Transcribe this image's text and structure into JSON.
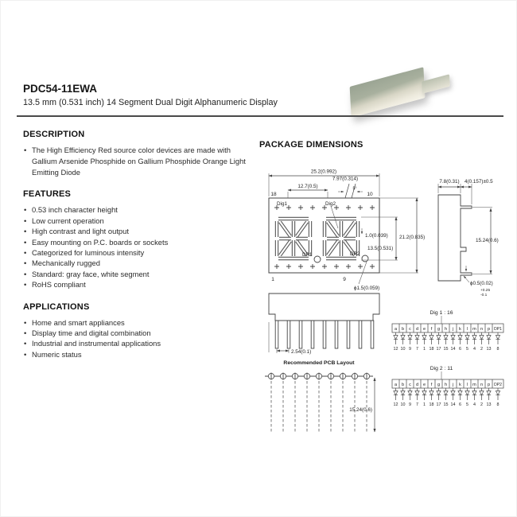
{
  "page": {
    "title": "PDC54-11EWA",
    "subtitle": "13.5 mm (0.531 inch) 14 Segment Dual Digit Alphanumeric Display"
  },
  "sections": {
    "description": {
      "heading": "DESCRIPTION",
      "items": [
        "The High Efficiency Red source color devices are made with Gallium Arsenide Phosphide on Gallium Phosphide Orange Light Emitting Diode"
      ]
    },
    "features": {
      "heading": "FEATURES",
      "items": [
        "0.53 inch character height",
        "Low current operation",
        "High contrast and light output",
        "Easy mounting on P.C. boards or sockets",
        "Categorized for luminous intensity",
        "Mechanically rugged",
        "Standard: gray face, white segment",
        "RoHS compliant"
      ]
    },
    "applications": {
      "heading": "APPLICATIONS",
      "items": [
        "Home and smart appliances",
        "Display time and digital combination",
        "Industrial and instrumental applications",
        "Numeric status"
      ]
    }
  },
  "package": {
    "heading": "PACKAGE DIMENSIONS",
    "front": {
      "dim_width": "25.2(0.992)",
      "dim_dp": "12.7(0.5)",
      "dim_top": "7.97(0.314)",
      "angle": "5°",
      "pin18": "18",
      "pin10": "10",
      "pin1": "1",
      "pin9": "9",
      "dig1": "Dig1",
      "dig2": "Dig2",
      "dp1": "DP1",
      "dp2": "DP2",
      "dim_seg": "1.0(0.039)",
      "dim_height": "21.2(0.835)",
      "dim_char": "13.5(0.531)",
      "dim_dp_dia": "ϕ1.5(0.059)"
    },
    "side": {
      "dim_depth": "7.8(0.31)",
      "dim_pin_len": "4(0.157)±0.5",
      "dim_span": "15.24(0.6)",
      "dim_pin_dia": "ϕ0.5(0.02)",
      "tol_plus": "+0.25",
      "tol_minus": "-0.1"
    },
    "bottom": {
      "dim_pitch": "2.54(0.1)"
    },
    "pcb": {
      "title": "Recommended PCB Layout",
      "dim_span": "15.24(0.6)"
    },
    "pinout": {
      "dig1_title": "Dig 1 : 16",
      "dig2_title": "Dig 2 : 11",
      "dig1_segments": [
        "a",
        "b",
        "c",
        "d",
        "e",
        "f",
        "g",
        "h",
        "j",
        "k",
        "l",
        "m",
        "n",
        "p",
        "DP1"
      ],
      "dig2_segments": [
        "a",
        "b",
        "c",
        "d",
        "e",
        "f",
        "g",
        "h",
        "j",
        "k",
        "l",
        "m",
        "n",
        "p",
        "DP2"
      ],
      "pins": [
        "12",
        "10",
        "9",
        "7",
        "1",
        "18",
        "17",
        "15",
        "14",
        "6",
        "5",
        "4",
        "2",
        "13",
        "8"
      ]
    }
  }
}
